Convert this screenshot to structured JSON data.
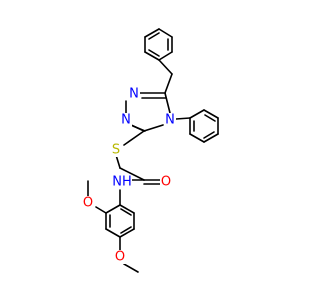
{
  "molecule": {
    "atom_colors": {
      "N": "#0000ff",
      "O": "#ff0000",
      "S": "#b8b800",
      "C": "#000000"
    },
    "labels": {
      "triazole_n1": "N",
      "triazole_n2": "N",
      "triazole_n4": "N",
      "thioether_s": "S",
      "carbonyl_o": "O",
      "amide_nh": "NH",
      "methoxy_o_ortho": "O",
      "methoxy_o_para": "O"
    }
  }
}
